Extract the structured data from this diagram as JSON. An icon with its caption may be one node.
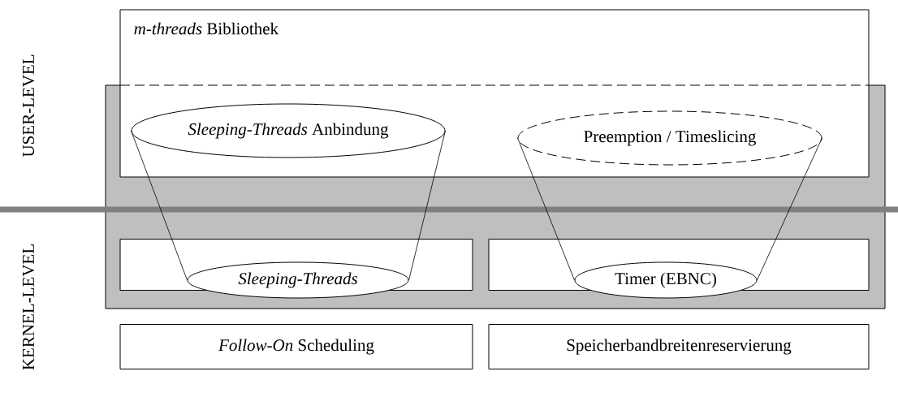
{
  "diagram": {
    "nodes": [
      {
        "text": [
          "*m-threads* Bibliothek"
        ]
      },
      {
        "text": [
          "*Sleeping-Threads* Anbindung"
        ],
        "in": 0
      },
      {
        "text": [
          "Preemption / Timeslicing"
        ],
        "in": 0
      },
      {
        "text": [],
        "shape": "box"
      },
      {
        "text": [
          "*Sleeping-Threads*"
        ],
        "in": 3
      },
      {
        "text": [],
        "shape": "box"
      },
      {
        "text": [
          "Timer (EBNC)"
        ],
        "in": 5
      },
      {
        "text": [
          "*Follow-On* Scheduling"
        ]
      },
      {
        "text": [
          "Speicherbandbreitenreservierung"
        ]
      }
    ],
    "edges": [
      {
        "from": 1,
        "to": 4,
        "arrow": "none"
      },
      {
        "from": 1,
        "to": 4,
        "arrow": "none"
      },
      {
        "from": 2,
        "to": 6,
        "arrow": "none"
      },
      {
        "from": 2,
        "to": 6,
        "arrow": "none"
      }
    ],
    "labels": [
      "USER-LEVEL",
      "KERNEL-LEVEL"
    ]
  }
}
